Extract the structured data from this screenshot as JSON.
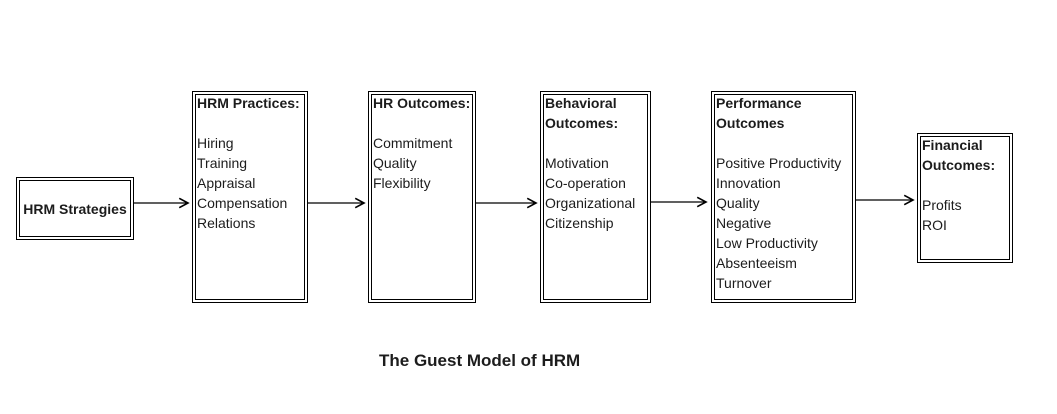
{
  "diagram": {
    "caption": "The Guest Model of HRM",
    "boxes": [
      {
        "title": "HRM Strategies",
        "items": []
      },
      {
        "title": "HRM Practices:",
        "items": [
          "Hiring",
          "Training",
          "Appraisal",
          "Compensation",
          "Relations"
        ]
      },
      {
        "title": "HR Outcomes:",
        "items": [
          "Commitment",
          "Quality",
          "Flexibility"
        ]
      },
      {
        "title": "Behavioral Outcomes:",
        "items": [
          "Motivation",
          "Co-operation",
          "Organizational",
          "Citizenship"
        ]
      },
      {
        "title": "Performance Outcomes",
        "items": [
          "Positive Productivity",
          "Innovation",
          "Quality",
          "Negative",
          "Low Productivity",
          "Absenteeism",
          "Turnover"
        ]
      },
      {
        "title": "Financial Outcomes:",
        "items": [
          "Profits",
          "ROI"
        ]
      }
    ],
    "colors": {
      "border": "#000000",
      "text": "#1c1c1c",
      "background": "#ffffff"
    }
  }
}
